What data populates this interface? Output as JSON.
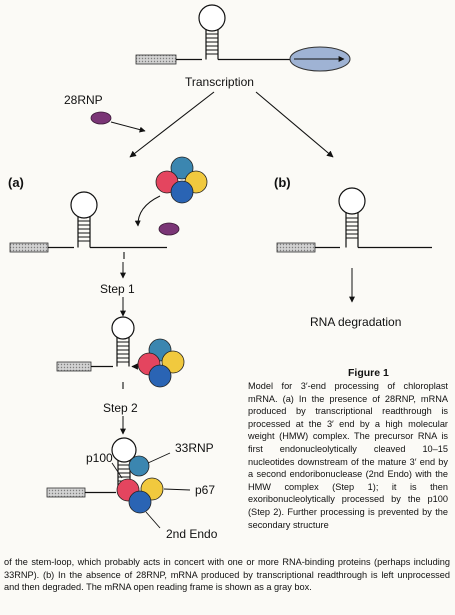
{
  "labels": {
    "transcription": "Transcription",
    "rnp28": "28RNP",
    "branch_a": "(a)",
    "branch_b": "(b)",
    "step1": "Step 1",
    "step2": "Step 2",
    "rna_degradation": "RNA degradation",
    "p100": "p100",
    "rnp33": "33RNP",
    "p67": "p67",
    "endo2": "2nd Endo"
  },
  "colors": {
    "red": "#e4455f",
    "blue": "#2a64b4",
    "yellow": "#f1c93e",
    "teal": "#3b86b0",
    "purple": "#7a3576",
    "polymerase": "#9fb3d4",
    "orf_box": "#b7b7b7"
  },
  "caption": {
    "title": "Figure 1",
    "top": "Model for 3′-end processing of chloroplast mRNA. (a) In the presence of 28RNP, mRNA produced by transcriptional readthrough is processed at the 3′ end by a high molecular weight (HMW) complex. The precursor RNA is first endonucleolytically cleaved 10–15 nucleotides downstream of the mature 3′ end by a second endoribonuclease (2nd Endo) with the HMW complex (Step 1); it is then exoribonucleolytically processed by the p100 (Step 2). Further processing is prevented by the secondary structure",
    "bottom": "of the stem-loop, which probably acts in concert with one or more RNA-binding proteins (perhaps including 33RNP). (b) In the absence of 28RNP, mRNA produced by transcriptional readthrough is left unprocessed and then degraded. The mRNA open reading frame is shown as a gray box."
  }
}
